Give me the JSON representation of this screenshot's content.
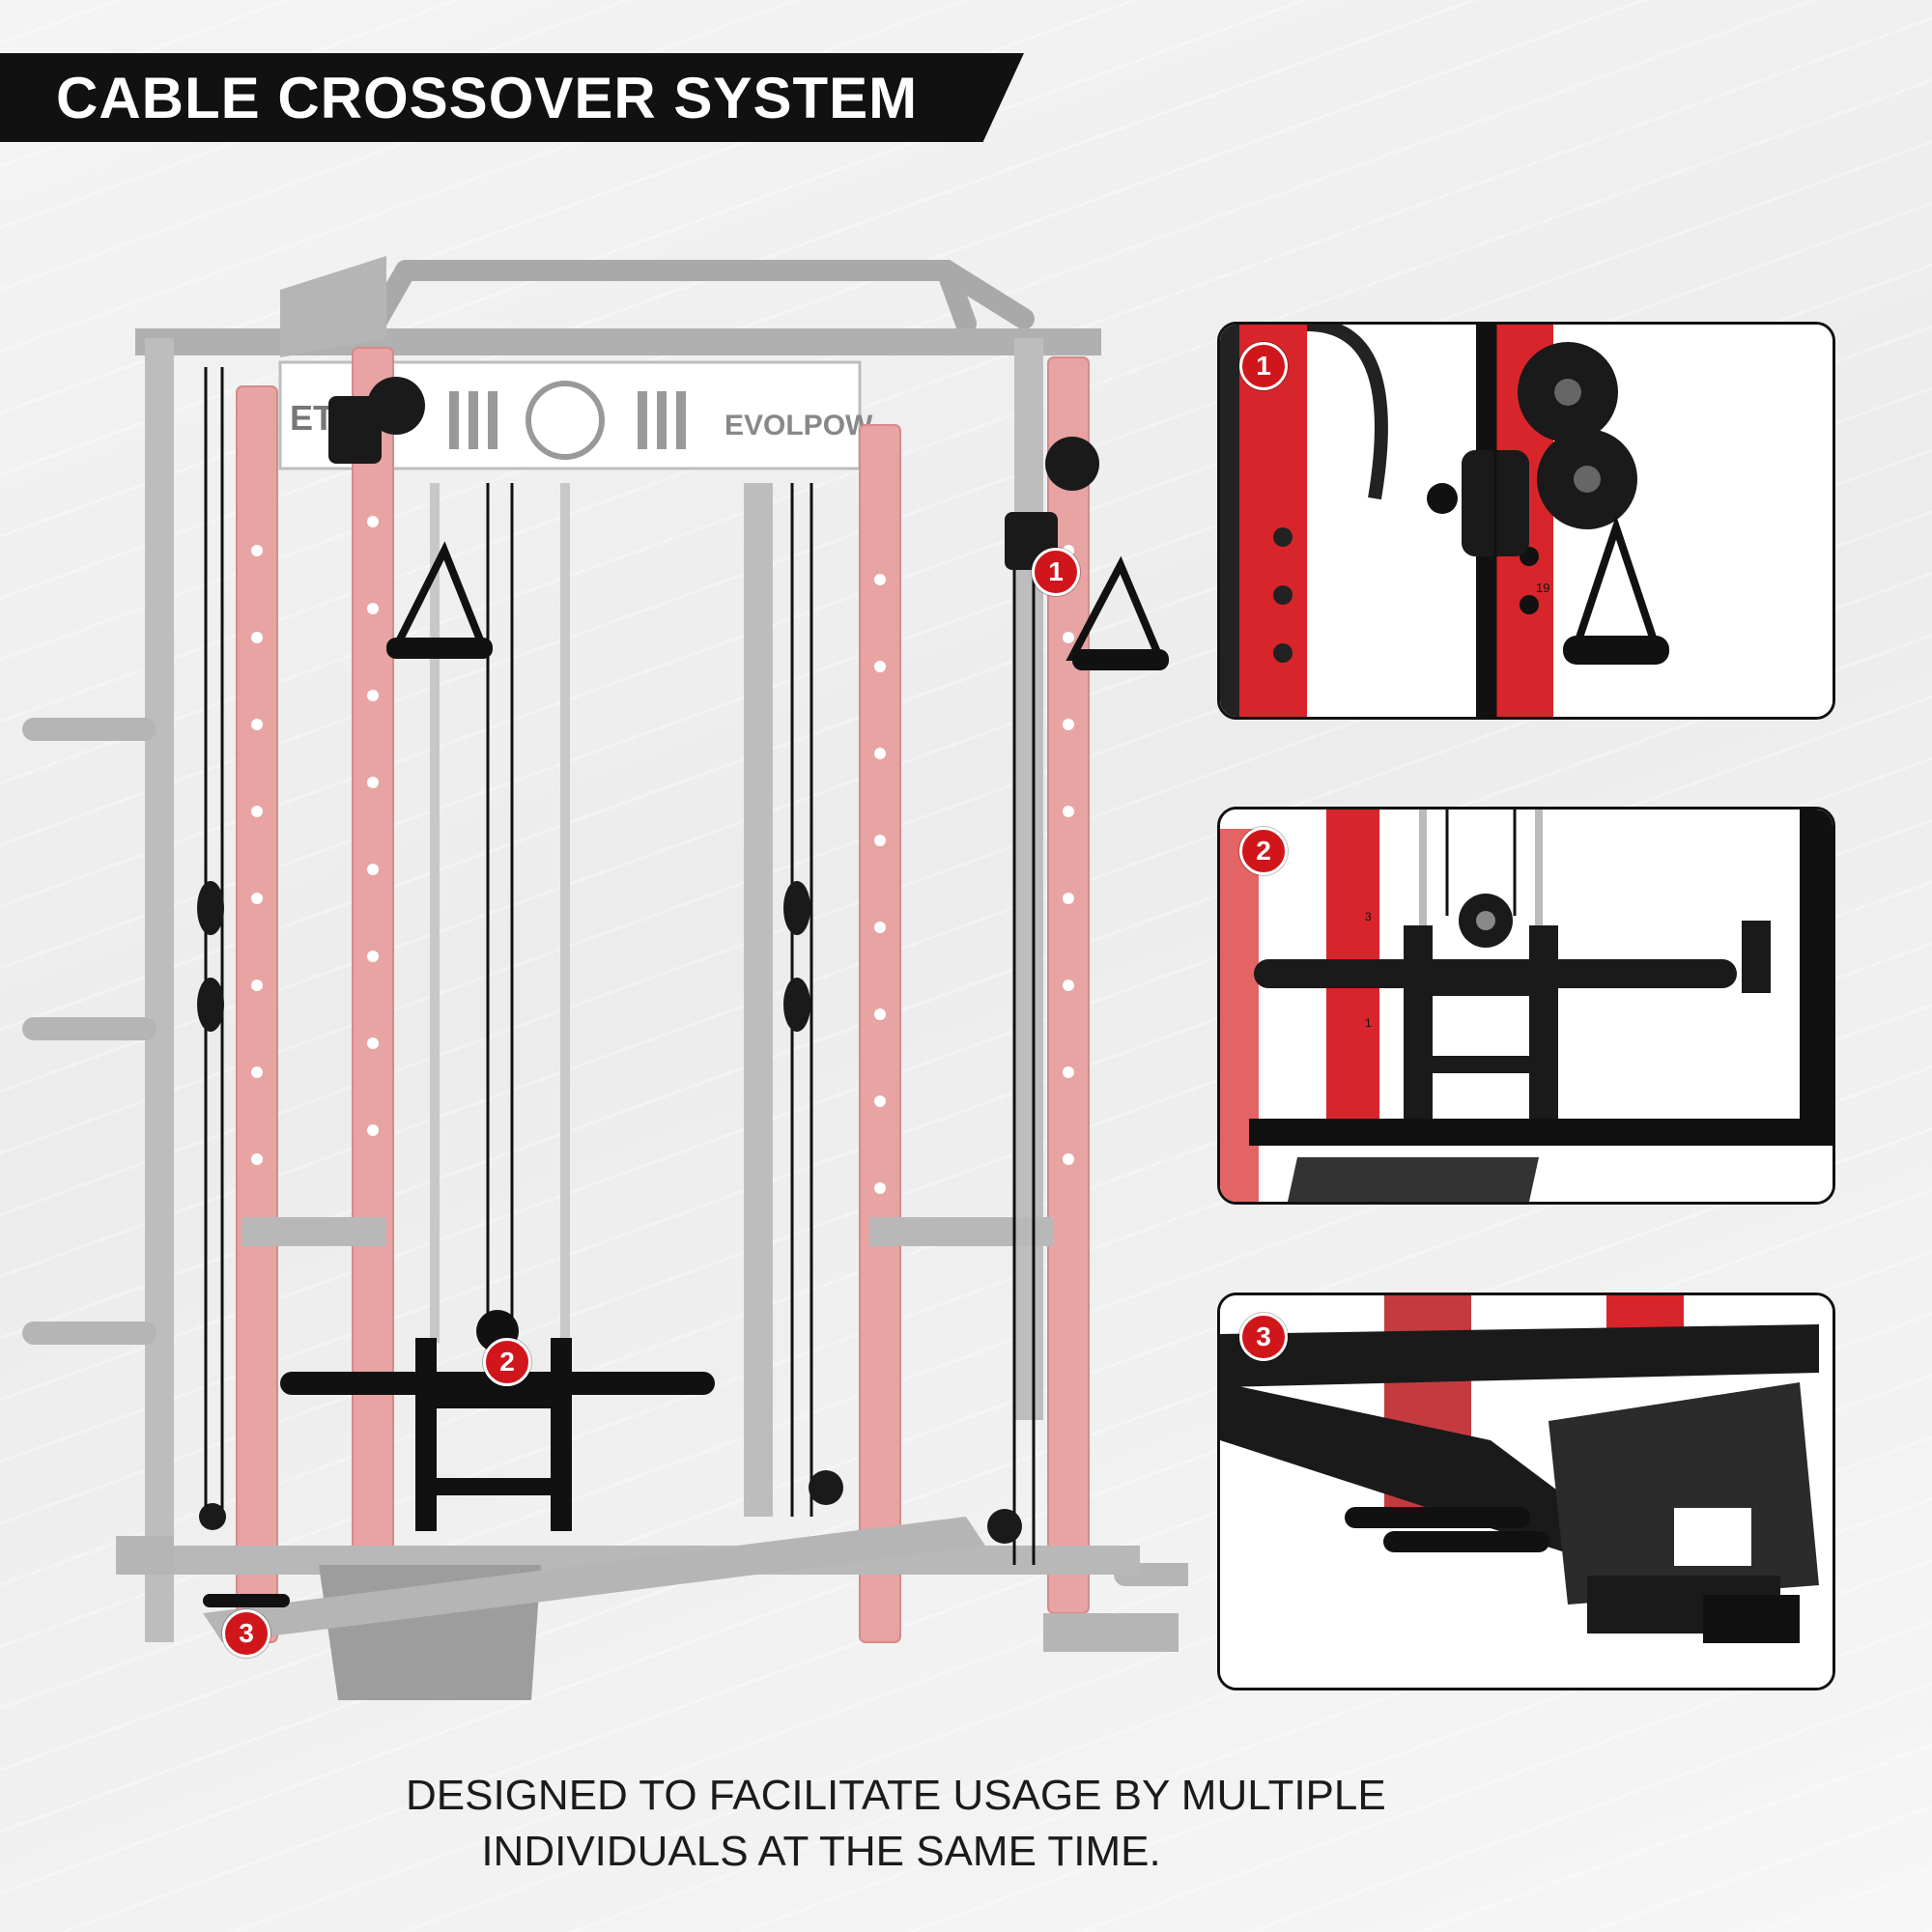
{
  "title": "CABLE CROSSOVER SYSTEM",
  "rack": {
    "brand_label": "EVOLPOW",
    "logo_mark": "ET"
  },
  "badges": {
    "one": "1",
    "two": "2",
    "three": "3"
  },
  "panels": [
    {
      "badge": "1",
      "hole_number": "19"
    },
    {
      "badge": "2",
      "hole_numbers": [
        "3",
        "1"
      ]
    },
    {
      "badge": "3"
    }
  ],
  "caption": {
    "line1": "DESIGNED TO FACILITATE USAGE BY MULTIPLE",
    "line2": "INDIVIDUALS AT THE SAME TIME."
  },
  "colors": {
    "frame_grey": "#a9a9a9",
    "upright_red": "#e07a7a",
    "badge_red": "#d1161b",
    "dark": "#111111"
  },
  "icons": [
    "pulley-icon",
    "handle-icon",
    "landmine-post-icon",
    "foot-plate-icon"
  ]
}
